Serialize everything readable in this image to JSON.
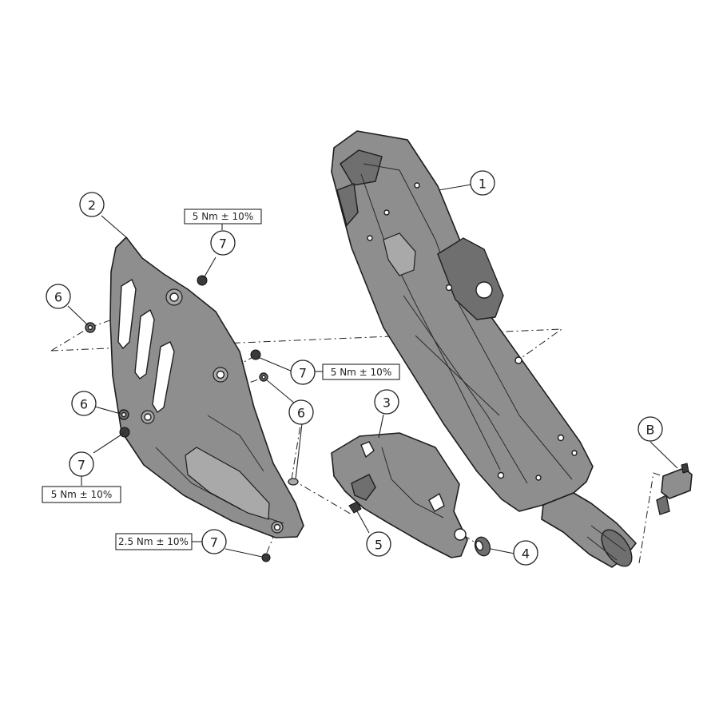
{
  "callouts": {
    "c1": "1",
    "c2": "2",
    "c3": "3",
    "c4": "4",
    "c5": "5",
    "c6a": "6",
    "c6b": "6",
    "c6c": "6",
    "c7a": "7",
    "c7b": "7",
    "c7c": "7",
    "c7d": "7",
    "cB": "B"
  },
  "torque": {
    "t_top": "5 Nm ± 10%",
    "t_mid": "5 Nm ± 10%",
    "t_left": "5 Nm ± 10%",
    "t_bottom": "2.5 Nm ± 10%"
  },
  "colors": {
    "part_fill": "#8e8e8e",
    "line": "#222222",
    "background": "#ffffff"
  }
}
